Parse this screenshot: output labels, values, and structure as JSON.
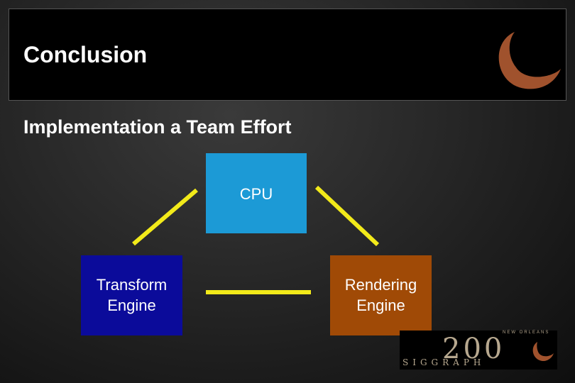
{
  "slide": {
    "title": "Conclusion",
    "subtitle": "Implementation a Team Effort"
  },
  "diagram": {
    "nodes": {
      "cpu": {
        "label": "CPU",
        "color": "#1c9ad6"
      },
      "transform": {
        "label_line1": "Transform",
        "label_line2": "Engine",
        "color": "#0b0b9a"
      },
      "rendering": {
        "label_line1": "Rendering",
        "label_line2": "Engine",
        "color": "#a04a06"
      }
    },
    "connector_color": "#f2ea1a",
    "connections": [
      {
        "from": "transform",
        "to": "cpu"
      },
      {
        "from": "cpu",
        "to": "rendering"
      },
      {
        "from": "transform",
        "to": "rendering"
      }
    ]
  },
  "branding": {
    "crescent_icon": "crescent-moon-icon",
    "crescent_color": "#a0522d",
    "logo_year": "200",
    "logo_wordmark": "SIGGRAPH",
    "logo_tagline": "NEW ORLEANS"
  }
}
